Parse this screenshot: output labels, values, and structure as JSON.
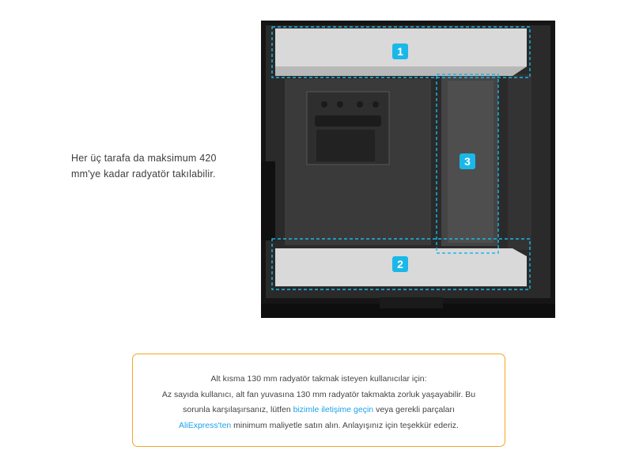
{
  "feature": {
    "caption": "Her üç tarafa da maksimum 420 mm'ye kadar radyatör takılabilir."
  },
  "figure": {
    "markers": [
      "1",
      "2",
      "3"
    ],
    "accent_color": "#1ab8e8"
  },
  "notice": {
    "line1": "Alt kısma 130 mm radyatör takmak isteyen kullanıcılar için:",
    "line2": "Az sayıda kullanıcı, alt fan yuvasına 130 mm radyatör takmakta zorluk yaşayabilir. Bu",
    "line3_before": "sorunla karşılaşırsanız, lütfen ",
    "contact_link": "bizimle iletişime geçin",
    "line3_after": " veya gerekli parçaları",
    "store_link": "AliExpress'ten",
    "line4_after": " minimum maliyetle satın alın. Anlayışınız için teşekkür ederiz.",
    "border_color": "#f5a623",
    "link_color": "#1aa3e8"
  }
}
